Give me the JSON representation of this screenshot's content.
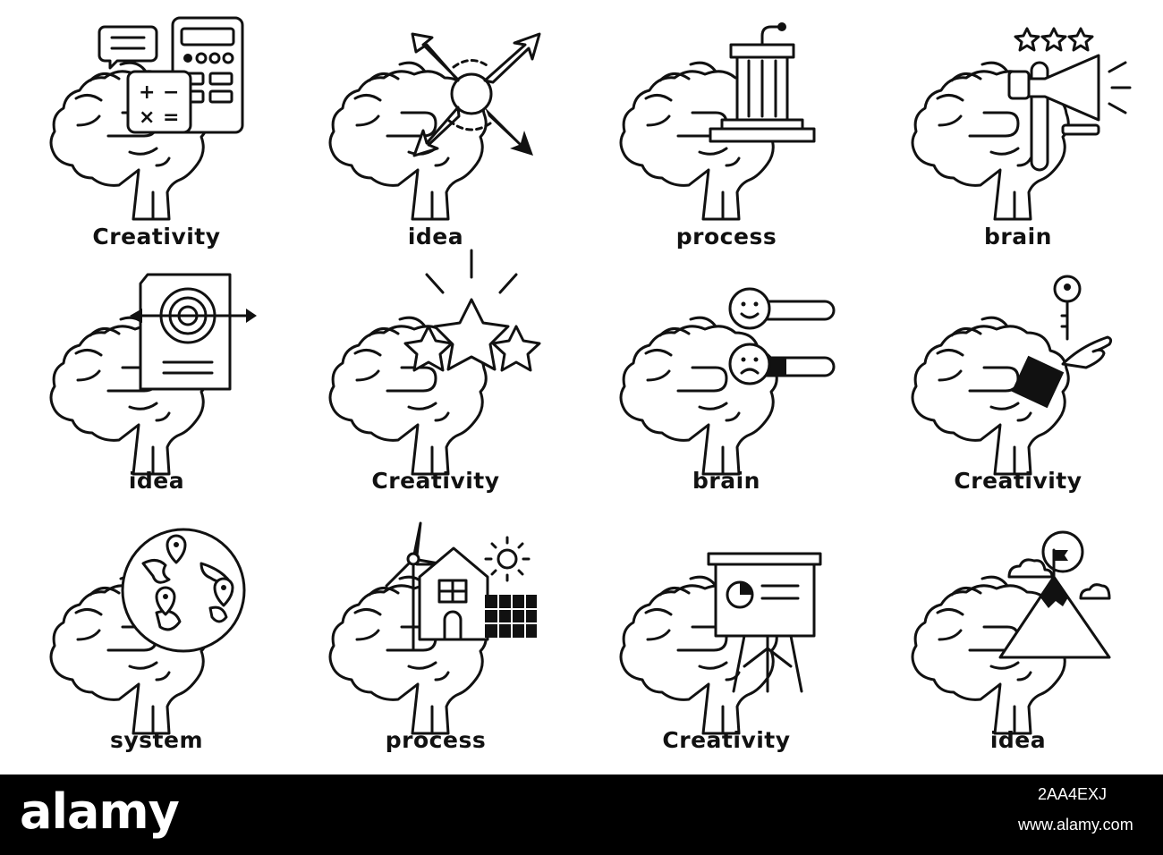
{
  "icons": [
    {
      "label": "Creativity",
      "symbol": "calculator-chat-icon"
    },
    {
      "label": "idea",
      "symbol": "arrows-burst-icon"
    },
    {
      "label": "process",
      "symbol": "podium-icon"
    },
    {
      "label": "brain",
      "symbol": "megaphone-stars-icon"
    },
    {
      "label": "idea",
      "symbol": "target-document-icon"
    },
    {
      "label": "Creativity",
      "symbol": "stars-icon"
    },
    {
      "label": "brain",
      "symbol": "smile-frown-sliders-icon"
    },
    {
      "label": "Creativity",
      "symbol": "key-hand-icon"
    },
    {
      "label": "system",
      "symbol": "globe-pins-icon"
    },
    {
      "label": "process",
      "symbol": "wind-house-solar-icon"
    },
    {
      "label": "Creativity",
      "symbol": "presentation-board-icon"
    },
    {
      "label": "idea",
      "symbol": "mountain-flag-icon"
    }
  ],
  "footer": {
    "brand": "alamy",
    "image_id": "2AA4EXJ",
    "url": "www.alamy.com"
  },
  "colors": {
    "line": "#111111",
    "background": "#ffffff",
    "footer": "#000000"
  }
}
